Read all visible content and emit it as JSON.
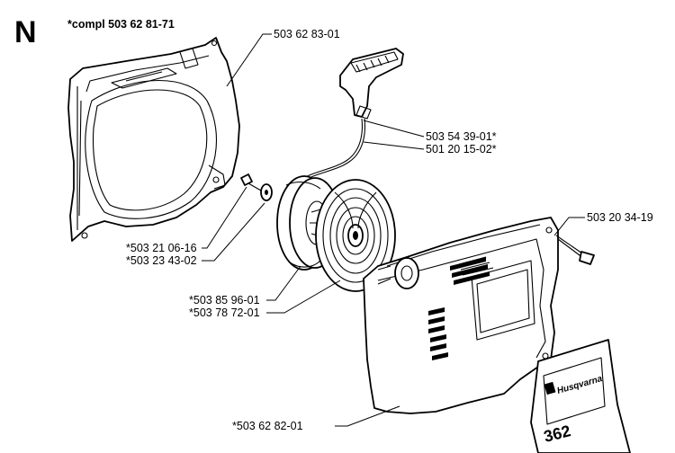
{
  "section_letter": "N",
  "header_note": "*compl 503 62 81-71",
  "part_numbers": {
    "fan_housing": "503 62 83-01",
    "starter_handle": "503 54 39-01*",
    "starter_cord": "501 20 15-02*",
    "cover_screw": "503 20 34-19",
    "pulley_screw": "*503 21 06-16",
    "pulley_washer": "*503 23 43-02",
    "starter_pulley": "*503 85 96-01",
    "recoil_spring": "*503 78 72-01",
    "starter_cover": "*503 62 82-01"
  },
  "decal": {
    "brand": "Husqvarna",
    "model": "362"
  }
}
